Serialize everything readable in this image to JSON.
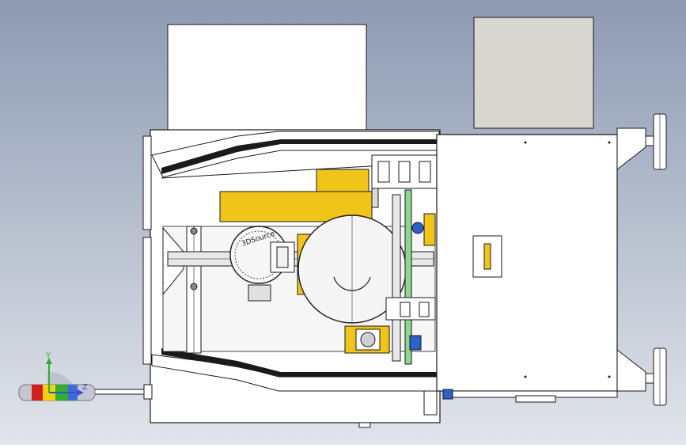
{
  "viewport": {
    "background_top": "#8d9ab3",
    "background_bottom": "#e1e4ea"
  },
  "model": {
    "gear_label": "3DSource",
    "yellow": "#f0c419",
    "light_gray": "#d8d8d0",
    "outline": "#1a1a1a"
  },
  "triad": {
    "y_label": "Y",
    "z_label": "Z",
    "y_color": "#2fae2f",
    "z_color": "#3a4fd6",
    "x_color": "#d22020"
  }
}
